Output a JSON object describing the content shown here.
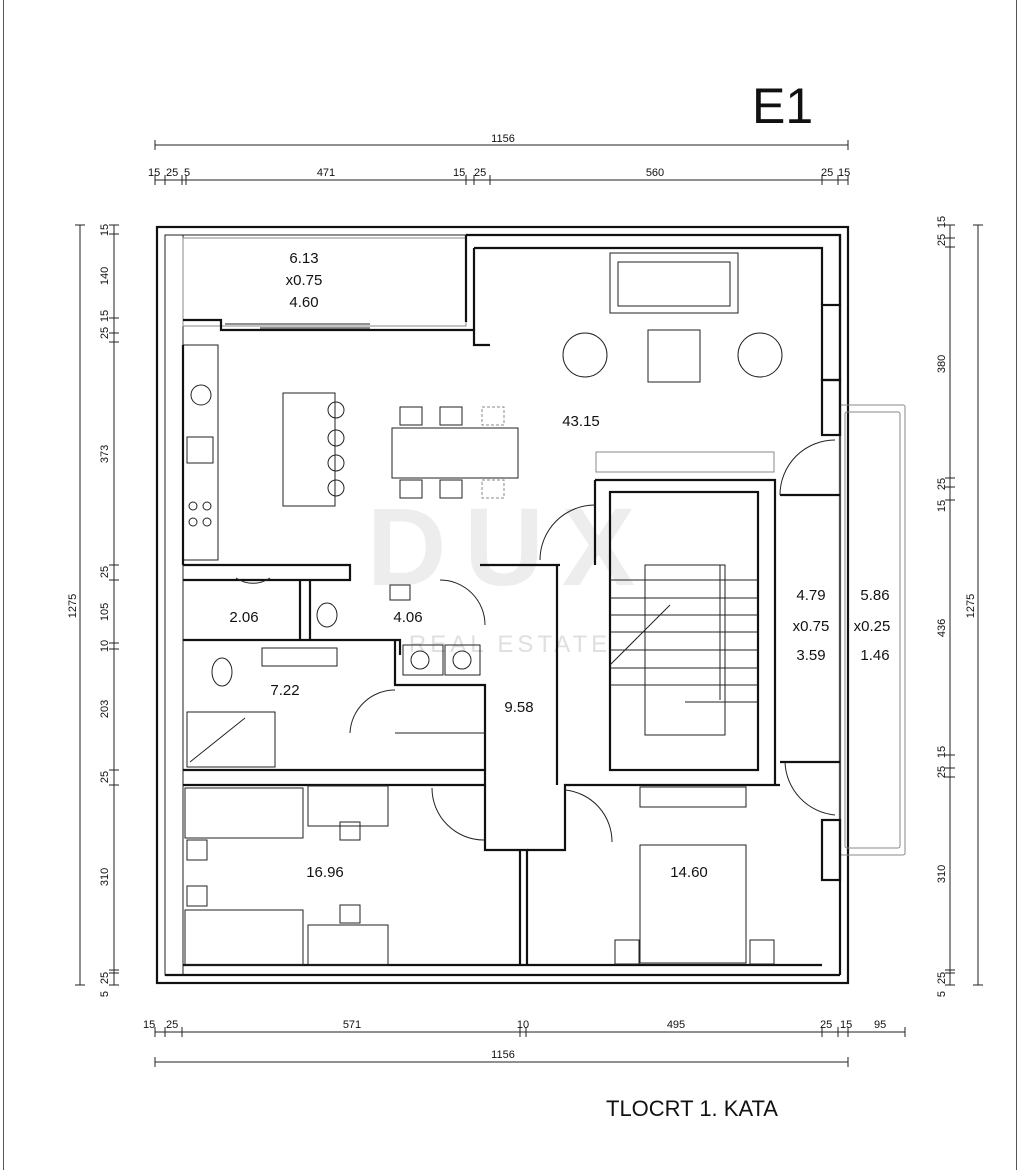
{
  "plan": {
    "code": "E1",
    "caption": "TLOCRT 1. KATA",
    "watermark": {
      "logo": "DUX",
      "sub": "REAL ESTATE"
    }
  },
  "dimensions": {
    "top_total": "1156",
    "top_segments": [
      "15",
      "25",
      "5",
      "471",
      "15",
      "25",
      "560",
      "25",
      "15"
    ],
    "bottom_segments": [
      "15",
      "25",
      "571",
      "10",
      "495",
      "25",
      "15",
      "95"
    ],
    "bottom_total": "1156",
    "left_total": "1275",
    "left_segments": [
      "15",
      "140",
      "25",
      "15",
      "373",
      "25",
      "105",
      "10",
      "203",
      "25",
      "310",
      "5",
      "25"
    ],
    "right_total": "1275",
    "right_segments": [
      "25",
      "15",
      "380",
      "15",
      "25",
      "436",
      "25",
      "15",
      "310",
      "5",
      "25"
    ]
  },
  "rooms": {
    "balcony_top": [
      "6.13",
      "x0.75",
      "4.60"
    ],
    "living": "43.15",
    "wc_small": "2.06",
    "laundry": "4.06",
    "bathroom": "7.22",
    "hall": "9.58",
    "terrace_a": [
      "4.79",
      "x0.75",
      "3.59"
    ],
    "terrace_b": [
      "5.86",
      "x0.25",
      "1.46"
    ],
    "bedroom_left": "16.96",
    "bedroom_right": "14.60"
  }
}
